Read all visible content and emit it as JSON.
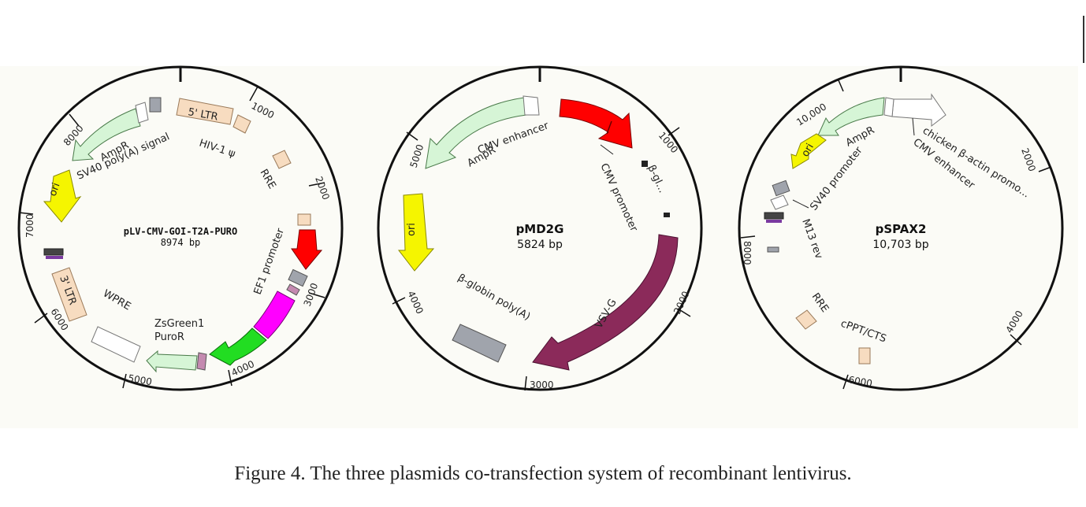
{
  "caption": "Figure 4. The three plasmids co-transfection system of recombinant lentivirus.",
  "plasmids": {
    "plv": {
      "name": "pLV-CMV-GOI-T2A-PURO",
      "size": "8974 bp",
      "ticks": [
        "1000",
        "2000",
        "3000",
        "4000",
        "5000",
        "6000",
        "7000",
        "8000"
      ],
      "features": {
        "ltr5": "5' LTR",
        "hiv_psi": "HIV-1 ψ",
        "rre": "RRE",
        "ef1": "EF1 promoter",
        "zsgreen": "ZsGreen1",
        "puror": "PuroR",
        "wpre": "WPRE",
        "ltr3": "3' LTR",
        "ori": "ori",
        "sv40": "SV40 poly(A) signal",
        "ampr": "AmpR"
      }
    },
    "pmd2g": {
      "name": "pMD2G",
      "size": "5824 bp",
      "ticks": [
        "1000",
        "2000",
        "3000",
        "4000",
        "5000"
      ],
      "features": {
        "cmv_enh": "CMV enhancer",
        "ampr": "AmpR",
        "cmv_prom": "CMV promoter",
        "bgl": "β-gl...",
        "vsvg": "VSV-G",
        "bglobin": "β-globin poly(A)",
        "ori": "ori"
      }
    },
    "pspax2": {
      "name": "pSPAX2",
      "size": "10,703 bp",
      "ticks": [
        "10,000",
        "2000",
        "4000",
        "6000",
        "8000"
      ],
      "features": {
        "ampr": "AmpR",
        "sv40": "SV40 promoter",
        "chicken": "chicken β-actin promo...",
        "cmv_enh": "CMV enhancer",
        "ori": "ori",
        "m13": "M13 rev",
        "rre": "RRE",
        "cppt": "cPPT/CTS"
      }
    }
  },
  "colors": {
    "ampr": "#d6f5d6",
    "ori": "#f5f500",
    "ltr": "#f7dcc0",
    "cmv": "#ff0000",
    "vsvg": "#8b2a5a",
    "zsgreen": "#ff00ff",
    "puror": "#22dd22",
    "gray_box": "#a0a4ac",
    "ring": "#111111",
    "panel": "#fbfbf6"
  }
}
